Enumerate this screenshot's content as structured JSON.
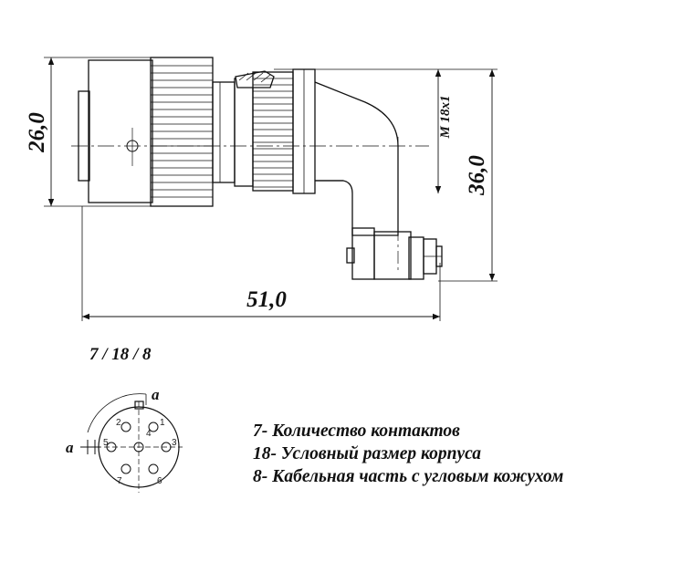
{
  "dimensions": {
    "height_body": "26,0",
    "height_total": "36,0",
    "length_total": "51,0",
    "thread": "M 18x1"
  },
  "part_code": "7 / 18 / 8",
  "pin_view": {
    "pins": [
      "1",
      "2",
      "3",
      "4",
      "5",
      "6",
      "7"
    ],
    "key_label": "a",
    "section_label": "a"
  },
  "legend": [
    "7- Количество контактов",
    "18- Условный размер корпуса",
    "8- Кабельная часть с угловым кожухом"
  ]
}
